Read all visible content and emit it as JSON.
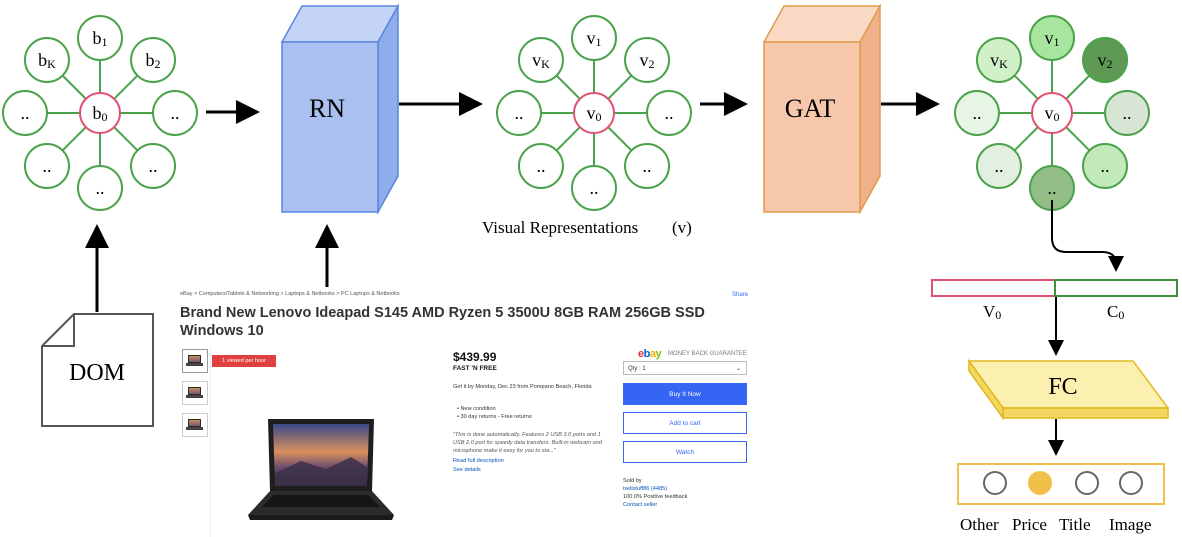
{
  "colors": {
    "node_stroke": "#4aa24a",
    "center_stroke": "#e05070",
    "rn_fill": "#a9c0f0",
    "rn_stroke": "#5a86e0",
    "gat_fill": "#f6c7aa",
    "gat_stroke": "#e09a50",
    "fc_fill": "#fbf0b0",
    "fc_stroke": "#e0b820",
    "price_dot": "#f2c04a",
    "v0_bar": "#e05070",
    "c0_bar": "#3f8f3f"
  },
  "graph_b": {
    "center": "b",
    "center_sub": "0",
    "nodes": [
      {
        "main": "b",
        "sub": "1"
      },
      {
        "main": "b",
        "sub": "2"
      },
      {
        "main": "..",
        "sub": ""
      },
      {
        "main": "..",
        "sub": ""
      },
      {
        "main": "..",
        "sub": ""
      },
      {
        "main": "..",
        "sub": ""
      },
      {
        "main": "..",
        "sub": ""
      },
      {
        "main": "b",
        "sub": "K"
      }
    ]
  },
  "graph_v": {
    "center": "v",
    "center_sub": "0",
    "nodes": [
      {
        "main": "v",
        "sub": "1"
      },
      {
        "main": "v",
        "sub": "2"
      },
      {
        "main": "..",
        "sub": ""
      },
      {
        "main": "..",
        "sub": ""
      },
      {
        "main": "..",
        "sub": ""
      },
      {
        "main": "..",
        "sub": ""
      },
      {
        "main": "..",
        "sub": ""
      },
      {
        "main": "v",
        "sub": "K"
      }
    ]
  },
  "graph_attn": {
    "center": "v",
    "center_sub": "0",
    "nodes": [
      {
        "main": "v",
        "sub": "1",
        "fill": "#a8e6a0"
      },
      {
        "main": "v",
        "sub": "2",
        "fill": "#5f9a55"
      },
      {
        "main": "..",
        "sub": "",
        "fill": "#d8e4d4"
      },
      {
        "main": "..",
        "sub": "",
        "fill": "#c2eab8"
      },
      {
        "main": "..",
        "sub": "",
        "fill": "#93be88"
      },
      {
        "main": "..",
        "sub": "",
        "fill": "#e3efe0"
      },
      {
        "main": "..",
        "sub": "",
        "fill": "#e7f6e4"
      },
      {
        "main": "v",
        "sub": "K",
        "fill": "#d0f0c8"
      }
    ]
  },
  "labels": {
    "rn": "RN",
    "gat": "GAT",
    "fc": "FC",
    "dom": "DOM",
    "visual_repr": "Visual Representations",
    "visual_repr_symbol": "(v)",
    "v0": "V",
    "v0_sub": "0",
    "c0": "C",
    "c0_sub": "0"
  },
  "classes": [
    {
      "label": "Other",
      "selected": false
    },
    {
      "label": "Price",
      "selected": true
    },
    {
      "label": "Title",
      "selected": false
    },
    {
      "label": "Image",
      "selected": false
    }
  ],
  "screenshot": {
    "breadcrumb": "eBay  >  Computers/Tablets & Networking  >  Laptops & Netbooks  >  PC Laptops & Netbooks",
    "share": "Share",
    "title": "Brand New Lenovo Ideapad S145 AMD Ryzen 5 3500U 8GB RAM 256GB SSD Windows 10",
    "badge": "1 viewed per hour",
    "price": "$439.99",
    "shipping": "FAST 'N FREE",
    "delivery": "Get it by Monday, Dec 23 from Pompano Beach, Florida",
    "bullet1": "• New condition",
    "bullet2": "• 30 day returns - Free returns",
    "description": "\"This is done automatically. Features 2 USB 3.0 ports and 1 USB 2.0 port for speedy data transfers. Built-in webcam and microphone make it easy for you to sta...\"",
    "read_full": "Read full description",
    "see_details": "See details",
    "guarantee_brand": "ebay",
    "guarantee_text": "MONEY BACK GUARANTEE",
    "qty_label": "Qty :",
    "qty_value": "1",
    "buy_now": "Buy It Now",
    "add_to_cart": "Add to cart",
    "watch": "Watch",
    "sold_by": "Sold by",
    "seller": "isellstuff86 (4485)",
    "feedback": "100.0% Positive feedback",
    "contact": "Contact seller"
  }
}
